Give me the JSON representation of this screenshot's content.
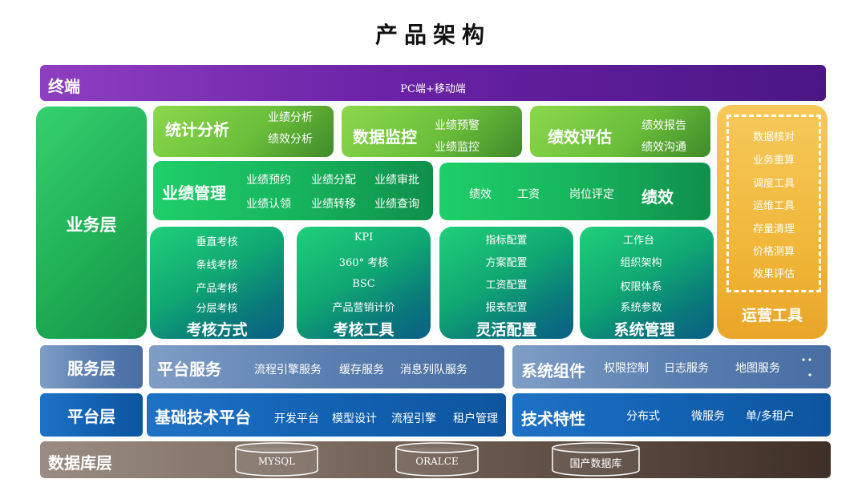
{
  "title": "产品架构",
  "terminal": {
    "label": "终端",
    "subtitle": "PC端+移动端"
  },
  "business_layer": {
    "label": "业务层",
    "stats": {
      "title": "统计分析",
      "items": [
        "业绩分析",
        "绩效分析"
      ]
    },
    "monitor": {
      "title": "数据监控",
      "items": [
        "业绩预警",
        "业绩监控"
      ]
    },
    "evaluation": {
      "title": "绩效评估",
      "items": [
        "绩效报告",
        "绩效沟通"
      ]
    },
    "performance_mgmt": {
      "title": "业绩管理",
      "items": [
        "业绩预约",
        "业绩分配",
        "业绩审批",
        "业绩认领",
        "业绩转移",
        "业绩查询"
      ]
    },
    "kpi": {
      "title": "绩效",
      "items": [
        "绩效",
        "工资",
        "岗位评定"
      ]
    },
    "assessment_methods": {
      "title": "考核方式",
      "items": [
        "垂直考核",
        "条线考核",
        "产品考核",
        "分层考核"
      ]
    },
    "assessment_tools": {
      "title": "考核工具",
      "items": [
        "KPI",
        "360° 考核",
        "BSC",
        "产品营销计价"
      ]
    },
    "flexible_config": {
      "title": "灵活配置",
      "items": [
        "指标配置",
        "方案配置",
        "工资配置",
        "报表配置"
      ]
    },
    "system_mgmt": {
      "title": "系统管理",
      "items": [
        "工作台",
        "组织架构",
        "权限体系",
        "系统参数"
      ]
    },
    "ops_tools": {
      "title": "运营工具",
      "items": [
        "数据核对",
        "业务重算",
        "调度工具",
        "运维工具",
        "存量清理",
        "价格测算",
        "效果评估"
      ]
    }
  },
  "service_layer": {
    "label": "服务层",
    "platform_services": {
      "title": "平台服务",
      "items": [
        "流程引擎服务",
        "缓存服务",
        "消息列队服务"
      ]
    },
    "system_components": {
      "title": "系统组件",
      "items": [
        "权限控制",
        "日志服务",
        "地图服务"
      ]
    }
  },
  "platform_layer": {
    "label": "平台层",
    "tech_platform": {
      "title": "基础技术平台",
      "items": [
        "开发平台",
        "模型设计",
        "流程引擎",
        "租户管理"
      ]
    },
    "tech_features": {
      "title": "技术特性",
      "items": [
        "分布式",
        "微服务",
        "单/多租户"
      ]
    }
  },
  "database_layer": {
    "label": "数据库层",
    "databases": [
      "MYSQL",
      "ORALCE",
      "国产数据库"
    ]
  },
  "colors": {
    "terminal": "#6a22a6",
    "business_green": "#1fae54",
    "light_green": "#6cbf3a",
    "ops_gold": "#f0b73a",
    "service_blue": "#5b7fb0",
    "platform_blue": "#1262b3",
    "database_brown": "#6e5d52"
  }
}
